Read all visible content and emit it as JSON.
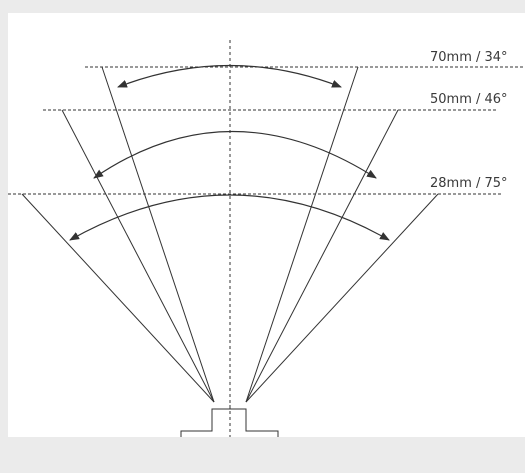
{
  "diagram": {
    "labels": {
      "focal_70": "70mm / 34°",
      "focal_50": "50mm / 46°",
      "focal_28": "28mm / 75°"
    },
    "colors": {
      "frame": "#ebebeb",
      "canvas": "#ffffff",
      "line": "#333333",
      "text": "#3a3a3a"
    }
  }
}
